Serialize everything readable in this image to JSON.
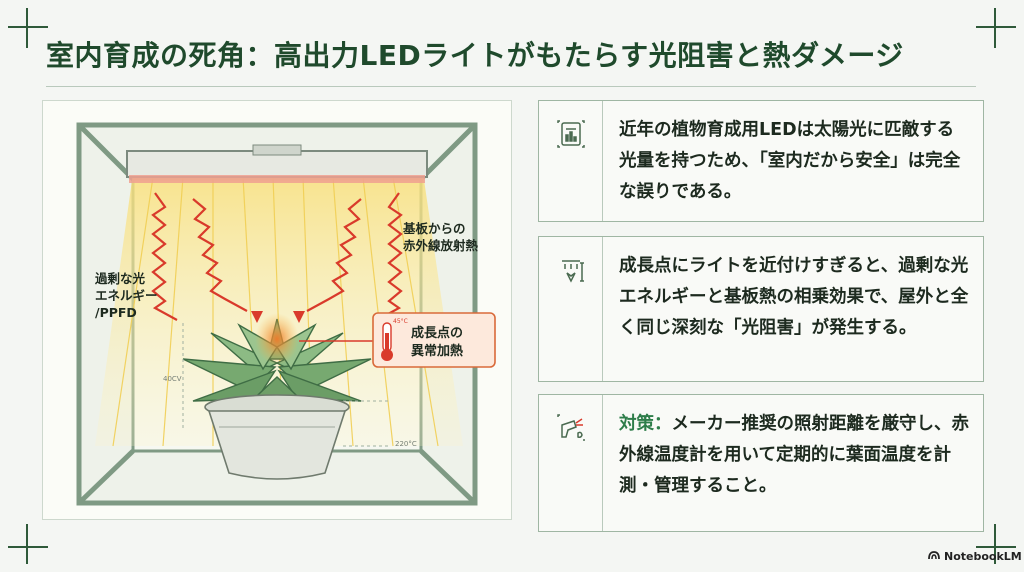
{
  "title": "室内育成の死角：高出力LEDライトがもたらす光阻害と熱ダメージ",
  "illustration": {
    "label_light_line1": "過剰な光",
    "label_light_line2": "エネルギー",
    "label_light_line3": "/PPFD",
    "label_ir_line1": "基板からの",
    "label_ir_line2": "赤外線放射熱",
    "label_heat_line1": "成長点の",
    "label_heat_line2": "異常加熱",
    "thermo_temp": "45°C",
    "scale_left": "40CV",
    "scale_right": "220°C"
  },
  "cards": [
    {
      "icon": "chart-document-icon",
      "text": "近年の植物育成用LEDは太陽光に匹敵する光量を持つため、「室内だから安全」は完全な誤りである。"
    },
    {
      "icon": "light-distance-icon",
      "text": "成長点にライトを近付けすぎると、過剰な光エネルギーと基板熱の相乗効果で、屋外と全く同じ深刻な「光阻害」が発生する。"
    },
    {
      "icon": "ir-thermometer-icon",
      "prefix": "対策：",
      "text": "メーカー推奨の照射距離を厳守し、赤外線温度計を用いて定期的に葉面温度を計測・管理すること。"
    }
  ],
  "brand": "NotebookLM",
  "colors": {
    "title": "#1f4a2c",
    "accent": "#2e7d4a",
    "heat_red": "#d93a2b",
    "light_yellow": "#f6d66a"
  }
}
